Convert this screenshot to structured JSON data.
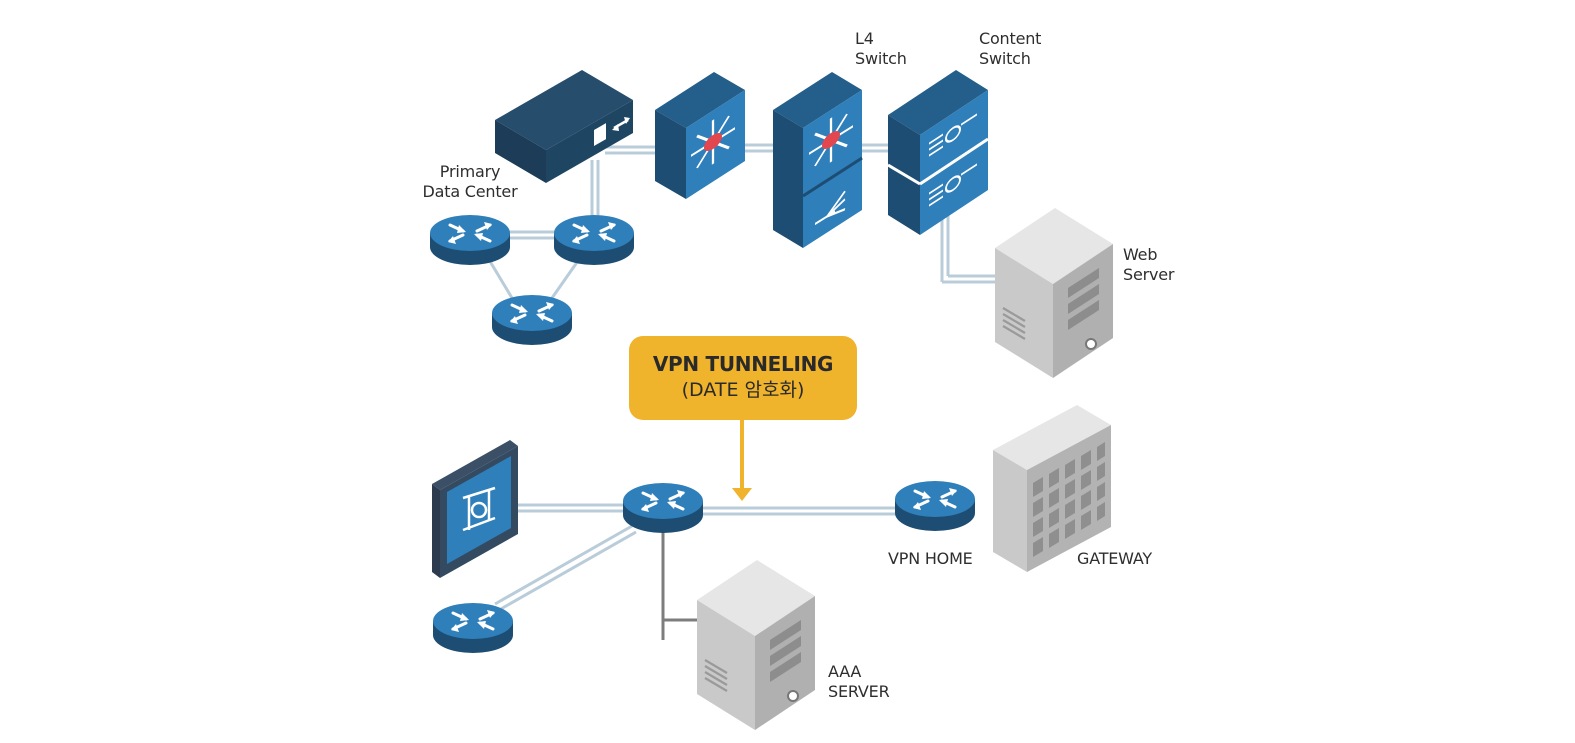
{
  "colors": {
    "device_front": "#2f7fba",
    "device_top": "#245e8a",
    "device_side": "#1d4d73",
    "dark_top": "#274d6c",
    "dark_side": "#1c3c57",
    "server_light": "#dcdcdc",
    "server_mid": "#c4c4c4",
    "server_dark": "#a9a9a9",
    "link_line": "#b9ccd9",
    "link_dark": "#7d7d7d",
    "hub_red": "#e2464f",
    "callout_fill": "#f0b32c",
    "callout_arrow": "#f0b32c"
  },
  "labels": {
    "l4_switch": [
      "L4",
      "Switch"
    ],
    "content_switch": [
      "Content",
      "Switch"
    ],
    "primary_dc": [
      "Primary",
      "Data Center"
    ],
    "web_server": [
      "Web",
      "Server"
    ],
    "vpn_home": "VPN HOME",
    "gateway": "GATEWAY",
    "aaa_server": [
      "AAA",
      "SERVER"
    ]
  },
  "callout": {
    "line1": "VPN TUNNELING",
    "line2": "(DATE 암호화)"
  },
  "icons": {
    "load_balancer": "load-balancer-appliance-icon",
    "multilayer_switch": "multilayer-switch-icon",
    "l4_switch": "l4-switch-icon",
    "content_switch": "content-switch-icon",
    "router": "router-icon",
    "server": "server-tower-icon",
    "gateway": "gateway-building-icon",
    "vpn_concentrator": "vpn-concentrator-panel-icon"
  }
}
